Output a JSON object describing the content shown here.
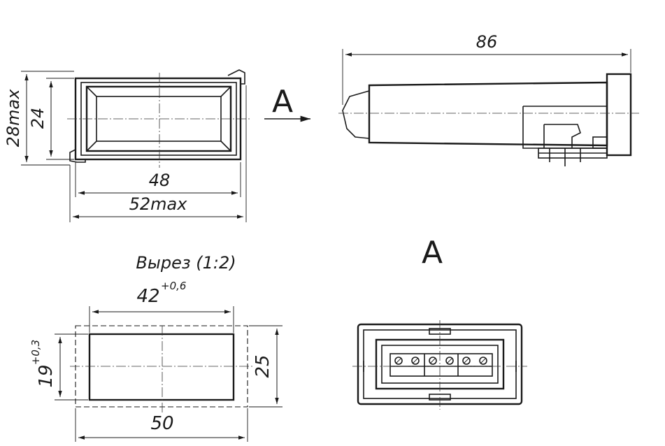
{
  "views": {
    "front": {
      "dim_height_max": "28max",
      "dim_height": "24",
      "dim_width": "48",
      "dim_width_max": "52max"
    },
    "side": {
      "dim_length": "86",
      "view_arrow_label": "A"
    },
    "cutout": {
      "title": "Вырез (1:2)",
      "dim_width": "42",
      "dim_width_tol": "+0,6",
      "dim_height": "19",
      "dim_height_tol": "+0,3",
      "dim_outer_height": "25",
      "dim_outer_width": "50"
    },
    "view_a": {
      "label": "A"
    }
  },
  "colors": {
    "line": "#1a1a1a",
    "background": "#ffffff"
  }
}
